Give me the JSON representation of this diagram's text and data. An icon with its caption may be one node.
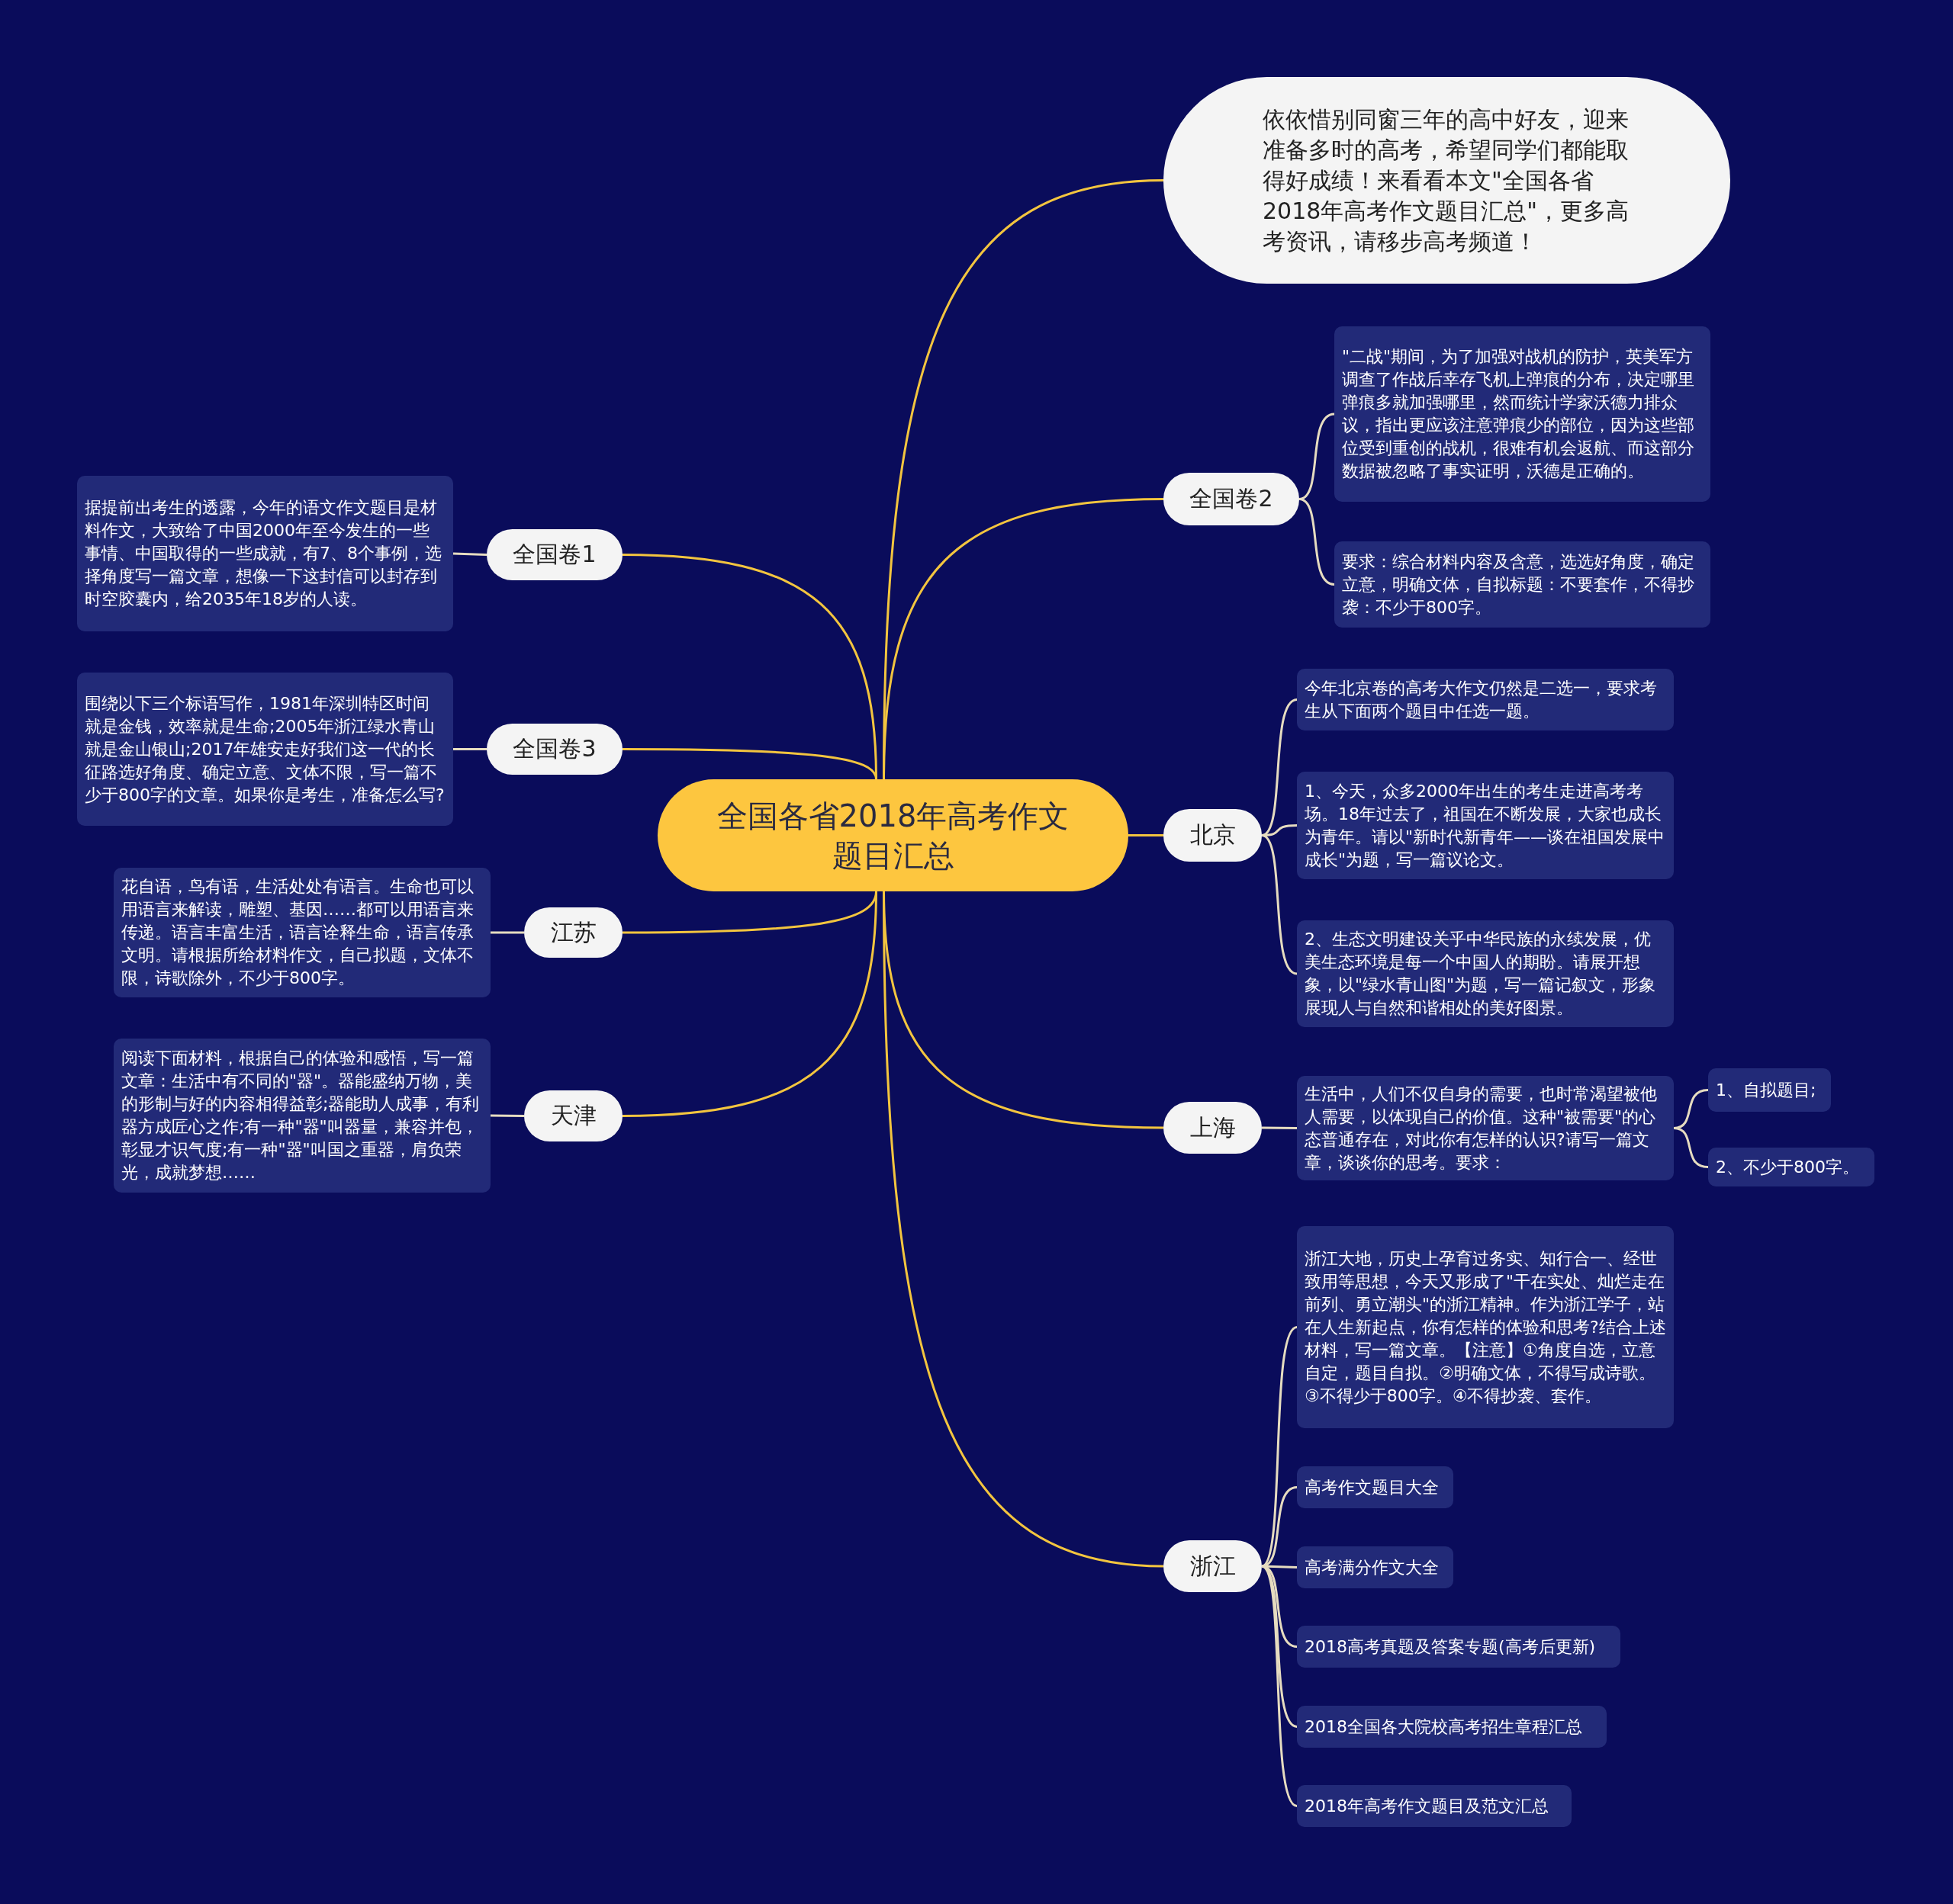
{
  "diagram": {
    "nodes": [
      {
        "text": [
          "全国各省2018年高考作文题目汇总"
        ]
      },
      {
        "text": [
          "依依惜别同窗三年的高中好友，迎来准备多时的高考，希望同学们都能取得好成绩！来看看本文\"全国各省2018年高考作文题目汇总\"，更多高考资讯，请移步高考频道！"
        ]
      },
      {
        "text": [
          "全国卷2"
        ]
      },
      {
        "text": [
          "\"二战\"期间，为了加强对战机的防护，英美军方调查了作战后幸存飞机上弹痕的分布，决定哪里弹痕多就加强哪里，然而统计学家沃德力排众议，指出更应该注意弹痕少的部位，因为这些部位受到重创的战机，很难有机会返航、而这部分数据被忽略了事实证明，沃德是正确的。"
        ]
      },
      {
        "text": [
          "要求：综合材料内容及含意，选选好角度，确定立意，明确文体，自拟标题：不要套作，不得抄袭：不少于800字。"
        ]
      },
      {
        "text": [
          "北京"
        ]
      },
      {
        "text": [
          "今年北京卷的高考大作文仍然是二选一，要求考生从下面两个题目中任选一题。"
        ]
      },
      {
        "text": [
          "1、今天，众多2000年出生的考生走进高考考场。18年过去了，祖国在不断发展，大家也成长为青年。请以\"新时代新青年——谈在祖国发展中成长\"为题，写一篇议论文。"
        ]
      },
      {
        "text": [
          "2、生态文明建设关乎中华民族的永续发展，优美生态环境是每一个中国人的期盼。请展开想象，以\"绿水青山图\"为题，写一篇记叙文，形象展现人与自然和谐相处的美好图景。"
        ]
      },
      {
        "text": [
          "上海"
        ]
      },
      {
        "text": [
          "生活中，人们不仅自身的需要，也时常渴望被他人需要，以体现自己的价值。这种\"被需要\"的心态普通存在，对此你有怎样的认识?请写一篇文章，谈谈你的思考。要求："
        ]
      },
      {
        "text": [
          "1、自拟题目;"
        ]
      },
      {
        "text": [
          "2、不少于800字。"
        ]
      },
      {
        "text": [
          "浙江"
        ]
      },
      {
        "text": [
          "浙江大地，历史上孕育过务实、知行合一、经世致用等思想，今天又形成了\"干在实处、灿烂走在前列、勇立潮头\"的浙江精神。作为浙江学子，站在人生新起点，你有怎样的体验和思考?结合上述材料，写一篇文章。【注意】①角度自选，立意自定，题目自拟。②明确文体，不得写成诗歌。③不得少于800字。④不得抄袭、套作。"
        ]
      },
      {
        "text": [
          "高考作文题目大全"
        ]
      },
      {
        "text": [
          "高考满分作文大全"
        ]
      },
      {
        "text": [
          "2018高考真题及答案专题(高考后更新)"
        ]
      },
      {
        "text": [
          "2018全国各大院校高考招生章程汇总"
        ]
      },
      {
        "text": [
          "2018年高考作文题目及范文汇总"
        ]
      },
      {
        "text": [
          "全国卷1"
        ]
      },
      {
        "text": [
          "据提前出考生的透露，今年的语文作文题目是材料作文，大致给了中国2000年至今发生的一些事情、中国取得的一些成就，有7、8个事例，选择角度写一篇文章，想像一下这封信可以封存到时空胶囊内，给2035年18岁的人读。"
        ]
      },
      {
        "text": [
          "全国卷3"
        ]
      },
      {
        "text": [
          "围绕以下三个标语写作，1981年深圳特区时间就是金钱，效率就是生命;2005年浙江绿水青山就是金山银山;2017年雄安走好我们这一代的长征路选好角度、确定立意、文体不限，写一篇不少于800字的文章。如果你是考生，准备怎么写?"
        ]
      },
      {
        "text": [
          "江苏"
        ]
      },
      {
        "text": [
          "花自语，鸟有语，生活处处有语言。生命也可以用语言来解读，雕塑、基因……都可以用语言来传递。语言丰富生活，语言诠释生命，语言传承文明。请根据所给材料作文，自己拟题，文体不限，诗歌除外，不少于800字。"
        ]
      },
      {
        "text": [
          "天津"
        ]
      },
      {
        "text": [
          "阅读下面材料，根据自己的体验和感悟，写一篇文章：生活中有不同的\"器\"。器能盛纳万物，美的形制与好的内容相得益彰;器能助人成事，有利器方成匠心之作;有一种\"器\"叫器量，兼容并包，彰显才识气度;有一种\"器\"叫国之重器，肩负荣光，成就梦想……"
        ]
      }
    ],
    "edges": [
      {
        "from": 0,
        "to": 1,
        "arrow": "none",
        "color": "#f3c53f"
      },
      {
        "from": 0,
        "to": 2,
        "arrow": "none",
        "color": "#f3c53f"
      },
      {
        "from": 2,
        "to": 3,
        "arrow": "none"
      },
      {
        "from": 2,
        "to": 4,
        "arrow": "none"
      },
      {
        "from": 0,
        "to": 5,
        "arrow": "none",
        "color": "#f3c53f"
      },
      {
        "from": 5,
        "to": 6,
        "arrow": "none"
      },
      {
        "from": 5,
        "to": 7,
        "arrow": "none"
      },
      {
        "from": 5,
        "to": 8,
        "arrow": "none"
      },
      {
        "from": 0,
        "to": 9,
        "arrow": "none",
        "color": "#f3c53f"
      },
      {
        "from": 9,
        "to": 10,
        "arrow": "none"
      },
      {
        "from": 10,
        "to": 11,
        "arrow": "none"
      },
      {
        "from": 10,
        "to": 12,
        "arrow": "none"
      },
      {
        "from": 0,
        "to": 13,
        "arrow": "none",
        "color": "#f3c53f"
      },
      {
        "from": 13,
        "to": 14,
        "arrow": "none"
      },
      {
        "from": 13,
        "to": 15,
        "arrow": "none"
      },
      {
        "from": 13,
        "to": 16,
        "arrow": "none"
      },
      {
        "from": 13,
        "to": 17,
        "arrow": "none"
      },
      {
        "from": 13,
        "to": 18,
        "arrow": "none"
      },
      {
        "from": 13,
        "to": 19,
        "arrow": "none"
      },
      {
        "from": 0,
        "to": 20,
        "arrow": "none",
        "color": "#f3c53f"
      },
      {
        "from": 20,
        "to": 21,
        "arrow": "none"
      },
      {
        "from": 0,
        "to": 22,
        "arrow": "none",
        "color": "#f3c53f"
      },
      {
        "from": 22,
        "to": 23,
        "arrow": "none"
      },
      {
        "from": 0,
        "to": 24,
        "arrow": "none",
        "color": "#f3c53f"
      },
      {
        "from": 24,
        "to": 25,
        "arrow": "none"
      },
      {
        "from": 0,
        "to": 26,
        "arrow": "none",
        "color": "#f3c53f"
      },
      {
        "from": 26,
        "to": 27,
        "arrow": "none"
      }
    ]
  }
}
